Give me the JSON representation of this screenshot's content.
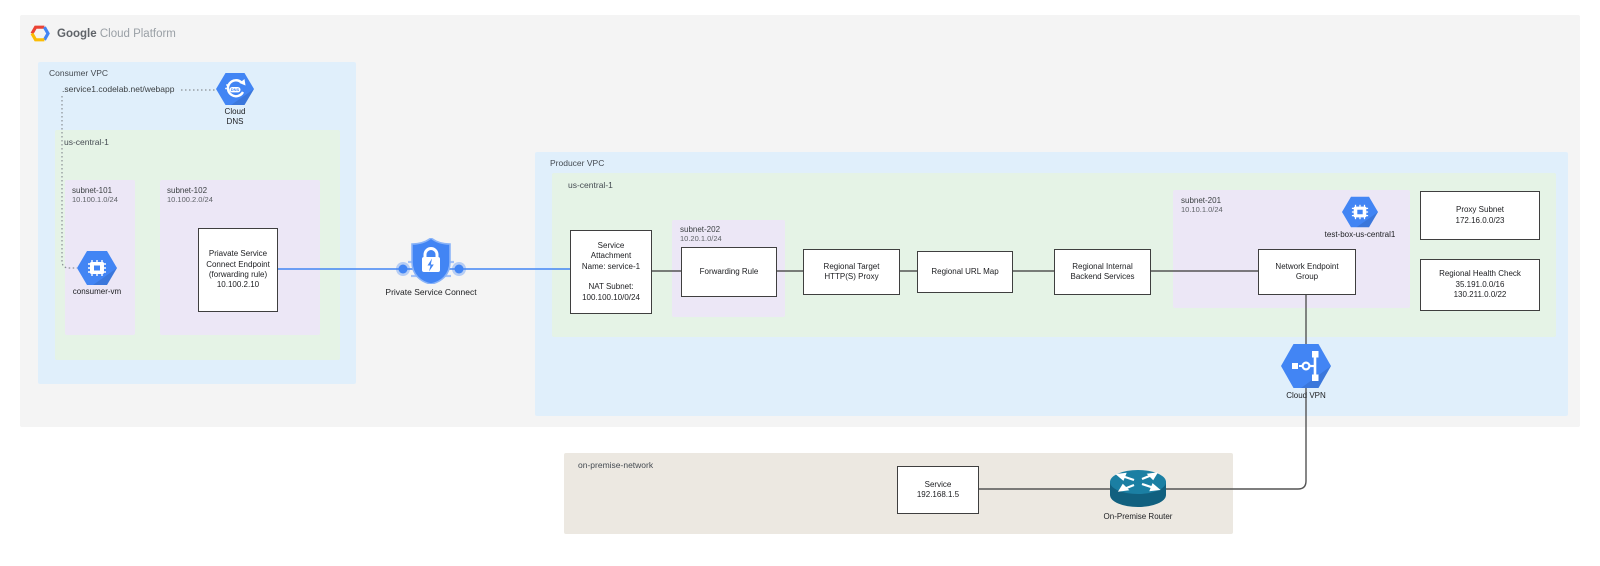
{
  "header": {
    "brand": "Google",
    "brand_suffix": "Cloud Platform"
  },
  "consumer_vpc": {
    "label": "Consumer VPC",
    "dns_record": ".service1.codelab.net/webapp",
    "cloud_dns_label": "Cloud\nDNS",
    "region_label": "us-central-1",
    "subnet101": {
      "name": "subnet-101",
      "cidr": "10.100.1.0/24"
    },
    "consumer_vm_label": "consumer-vm",
    "subnet102": {
      "name": "subnet-102",
      "cidr": "10.100.2.0/24"
    },
    "psc_endpoint_box": "Priavate Service\nConnect Endpoint\n(forwarding rule)\n10.100.2.10"
  },
  "psc": {
    "label": "Private Service Connect"
  },
  "producer_vpc": {
    "label": "Producer VPC",
    "region_label": "us-central-1",
    "service_attachment_box": "Service\nAttachment\nName: service-1\n\nNAT Subnet:\n100.100.10/0/24",
    "subnet202": {
      "name": "subnet-202",
      "cidr": "10.20.1.0/24"
    },
    "forwarding_rule_box": "Forwarding Rule",
    "target_proxy_box": "Regional Target\nHTTP(S) Proxy",
    "url_map_box": "Regional URL Map",
    "backend_services_box": "Regional Internal\nBackend Services",
    "subnet201": {
      "name": "subnet-201",
      "cidr": "10.10.1.0/24"
    },
    "test_box_label": "test-box-us-central1",
    "neg_box": "Network Endpoint\nGroup",
    "proxy_subnet_box": "Proxy Subnet\n172.16.0.0/23",
    "health_check_box": "Regional Health Check\n35.191.0.0/16\n130.211.0.0/22",
    "cloud_vpn_label": "Cloud VPN"
  },
  "on_premise": {
    "label": "on-premise-network",
    "service_box": "Service\n192.168.1.5",
    "router_label": "On-Premise Router"
  },
  "colors": {
    "accent_blue": "#4285f4",
    "vpc_bg": "#e0effb",
    "region_bg": "#e5f3e6",
    "subnet_bg": "#ece7f6",
    "platform_bg": "#f4f4f4",
    "onprem_bg": "#ece8e1",
    "router_teal": "#167092"
  }
}
